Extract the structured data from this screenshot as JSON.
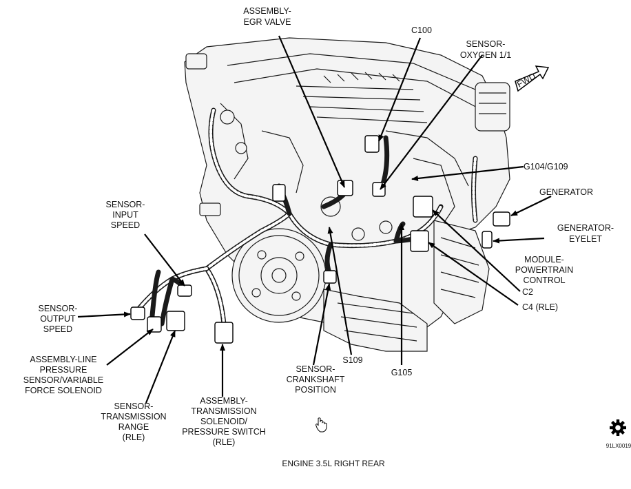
{
  "labels": {
    "egr_valve": [
      "ASSEMBLY-",
      "EGR VALVE"
    ],
    "c100": "C100",
    "o2_sensor": [
      "SENSOR-",
      "OXYGEN 1/1"
    ],
    "g104": "G104/G109",
    "generator": "GENERATOR",
    "generator_eyelet": [
      "GENERATOR-",
      "EYELET"
    ],
    "pcm": [
      "MODULE-",
      "POWERTRAIN",
      "CONTROL"
    ],
    "c2": "C2",
    "c4": "C4 (RLE)",
    "input_speed": [
      "SENSOR-",
      "INPUT",
      "SPEED"
    ],
    "output_speed": [
      "SENSOR-",
      "OUTPUT",
      "SPEED"
    ],
    "line_pressure": [
      "ASSEMBLY-LINE",
      "PRESSURE",
      "SENSOR/VARIABLE",
      "FORCE SOLENOID"
    ],
    "trans_range": [
      "SENSOR-",
      "TRANSMISSION",
      "RANGE",
      "(RLE)"
    ],
    "trans_solenoid": [
      "ASSEMBLY-",
      "TRANSMISSION",
      "SOLENOID/",
      "PRESSURE SWITCH",
      "(RLE)"
    ],
    "crank_sensor": [
      "SENSOR-",
      "CRANKSHAFT",
      "POSITION"
    ],
    "s109": "S109",
    "g105": "G105"
  },
  "fwd_label": "FWD",
  "caption": "ENGINE 3.5L RIGHT REAR",
  "figure_code": "91LX0019",
  "icons": {
    "gear": "gear-icon",
    "hand": "hand-cursor-icon"
  }
}
